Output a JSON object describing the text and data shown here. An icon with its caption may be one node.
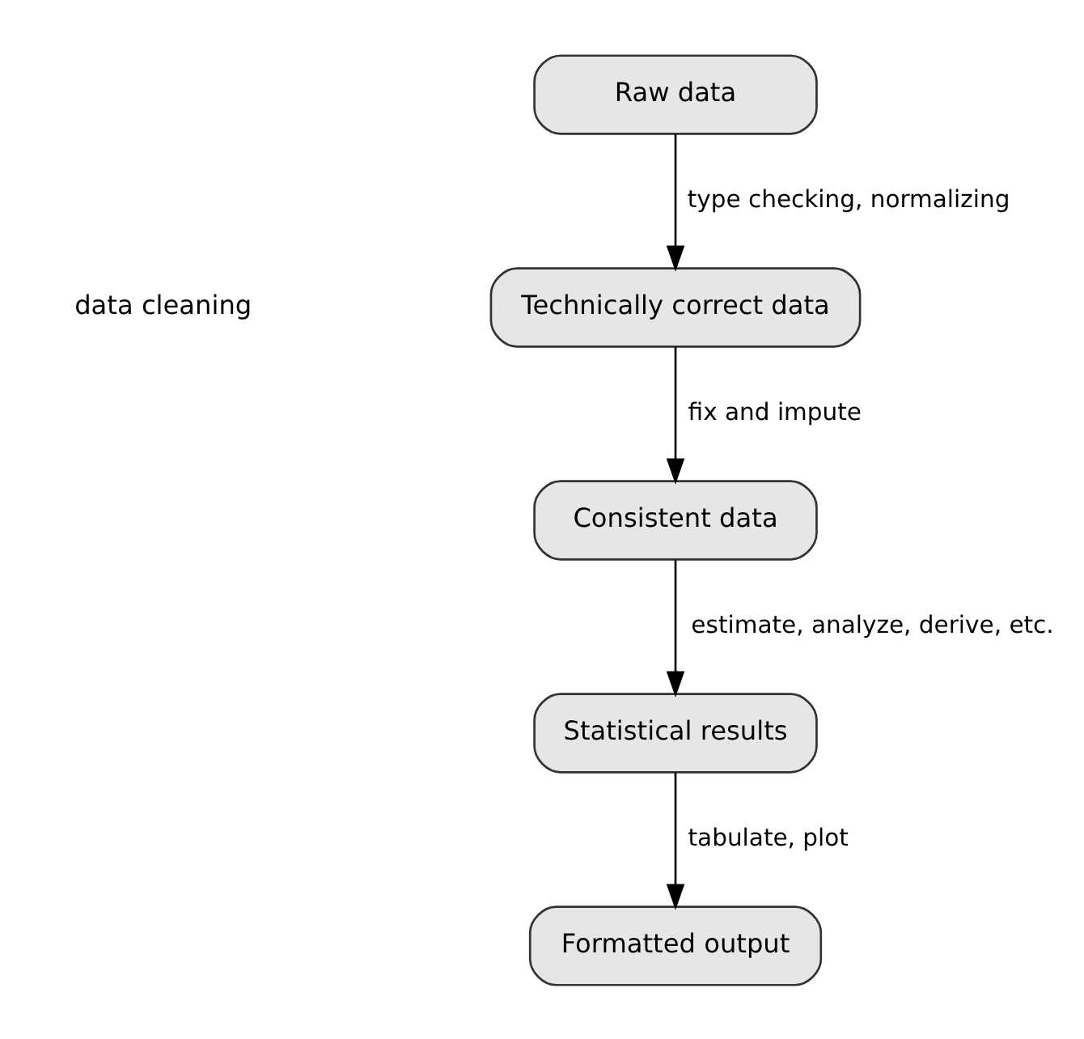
{
  "diagram": {
    "nodes": [
      {
        "text": [
          "Raw data"
        ]
      },
      {
        "text": [
          "Technically correct data"
        ]
      },
      {
        "text": [
          "Consistent data"
        ]
      },
      {
        "text": [
          "Statistical results"
        ]
      },
      {
        "text": [
          "Formatted output"
        ]
      }
    ],
    "edges": [
      {
        "from": 0,
        "to": 1,
        "arrow": "to",
        "label": "type checking, normalizing"
      },
      {
        "from": 1,
        "to": 2,
        "arrow": "to",
        "label": "fix and impute"
      },
      {
        "from": 2,
        "to": 3,
        "arrow": "to",
        "label": "estimate, analyze, derive, etc."
      },
      {
        "from": 3,
        "to": 4,
        "arrow": "to",
        "label": "tabulate, plot"
      }
    ],
    "labels": [
      "data cleaning"
    ]
  }
}
